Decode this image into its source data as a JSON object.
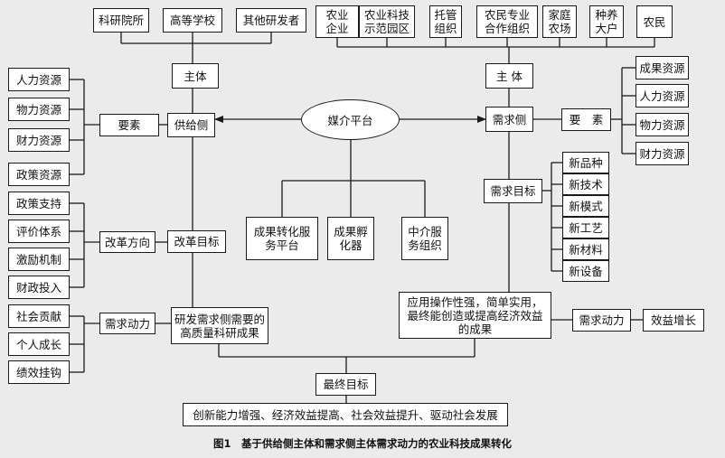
{
  "supply": {
    "subjects": [
      "科研院所",
      "高等学校",
      "其他研发者"
    ],
    "subject_label": "主体",
    "side_label": "供给侧",
    "factor_label": "要素",
    "factors": [
      "人力资源",
      "物力资源",
      "财力资源",
      "政策资源"
    ],
    "reform_goal_label": "改革目标",
    "reform_direction_label": "改革方向",
    "reform_items": [
      "政策支持",
      "评价体系",
      "激励机制",
      "财政投入"
    ],
    "driver_label": "需求动力",
    "drivers": [
      "社会贡献",
      "个人成长",
      "绩效挂钩"
    ],
    "output": "研发需求侧需要的\n高质量科研成果"
  },
  "platform": {
    "label": "媒介平台",
    "children": [
      "成果转化服\n务平台",
      "成果孵\n化器",
      "中介服\n务组织"
    ]
  },
  "demand": {
    "subjects": [
      "农业\n企业",
      "农业科技\n示范园区",
      "托管\n组织",
      "农民专业\n合作组织",
      "家庭\n农场",
      "种养\n大户",
      "农民"
    ],
    "subject_label": "主 体",
    "side_label": "需求侧",
    "factor_label": "要　素",
    "factors": [
      "成果资源",
      "人力资源",
      "物力资源",
      "财力资源"
    ],
    "goal_label": "需求目标",
    "goals": [
      "新品种",
      "新技术",
      "新模式",
      "新工艺",
      "新材料",
      "新设备"
    ],
    "output": "应用操作性强，简单实用，\n最终能创造或提高经济效益\n的成果",
    "driver_label": "需求动力",
    "benefit": "效益增长"
  },
  "final": {
    "label": "最终目标",
    "text": "创新能力增强、经济效益提高、社会效益提升、驱动社会发展"
  },
  "caption": "图1　基于供给侧主体和需求侧主体需求动力的农业科技成果转化"
}
